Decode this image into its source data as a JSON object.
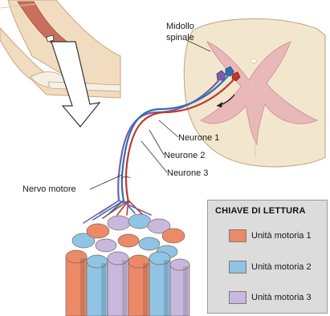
{
  "labels": {
    "spinal_cord": [
      "Midollo",
      "spinale"
    ],
    "neuron1": "Neurone 1",
    "neuron2": "Neurone 2",
    "neuron3": "Neurone 3",
    "motor_nerve": "Nervo motore"
  },
  "key": {
    "title": "CHIAVE DI LETTURA",
    "items": [
      {
        "label": "Unità motoria 1",
        "color": "#ec8a68"
      },
      {
        "label": "Unità motoria 2",
        "color": "#8fc4e4"
      },
      {
        "label": "Unità motoria 3",
        "color": "#c8b8dc"
      }
    ]
  },
  "colors": {
    "neuron1": "#c0392b",
    "neuron2": "#2f6fb5",
    "neuron3": "#7b5ea7",
    "spinal_white_matter": "#f3e6cf",
    "spinal_gray_matter": "#e9b8b8",
    "skin": "#f1dcc0",
    "muscle": "#c9705c"
  }
}
